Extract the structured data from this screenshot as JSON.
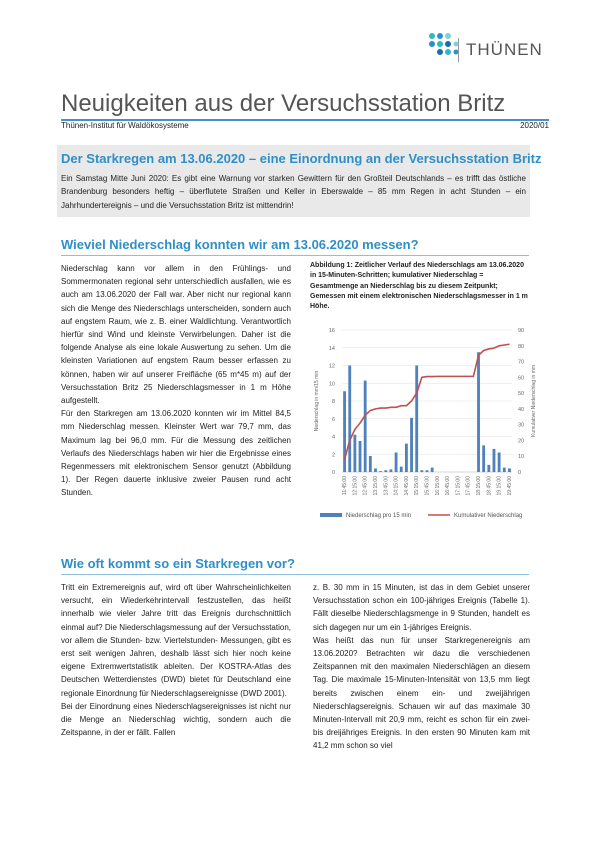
{
  "brand": {
    "name": "THÜNEN",
    "dot_colors": [
      "#2fb8c4",
      "#2f8fc8",
      "#7fd0d8",
      "#1a6fa8"
    ]
  },
  "header": {
    "title": "Neuigkeiten aus der Versuchsstation Britz",
    "institute": "Thünen-Institut für Waldökosysteme",
    "issue": "2020/01"
  },
  "intro": {
    "heading": "Der Starkregen am 13.06.2020 – eine Einordnung an der Versuchsstation Britz",
    "text": "Ein Samstag Mitte Juni 2020: Es gibt eine Warnung vor starken Gewittern für den Großteil Deutschlands – es trifft das östliche Brandenburg besonders heftig – überflutete Straßen und Keller in Eberswalde – 85 mm Regen in acht Stunden – ein Jahrhundertereignis – und die Versuchsstation Britz ist mittendrin!"
  },
  "section1": {
    "heading": "Wieviel Niederschlag konnten wir am 13.06.2020 messen?",
    "p1": "Niederschlag kann vor allem in den Frühlings- und Sommermonaten regional sehr unterschiedlich ausfallen, wie es auch am 13.06.2020 der Fall war. Aber nicht nur regional kann sich die Menge des Niederschlags unterscheiden, sondern auch auf engstem Raum, wie z. B. einer Waldlichtung. Verantwortlich hierfür sind Wind und kleinste Verwirbelungen. Daher ist die folgende Analyse als eine lokale Auswertung zu sehen. Um die kleinsten Variationen auf engstem Raum besser erfassen zu können, haben wir auf unserer Freifläche (65 m*45 m) auf der Versuchsstation Britz 25 Niederschlagsmesser in 1 m Höhe aufgestellt.",
    "p2": "Für den Starkregen am 13.06.2020 konnten wir im Mittel 84,5 mm Niederschlag messen. Kleinster Wert war 79,7 mm, das Maximum lag bei 96,0 mm. Für die Messung des zeitlichen Verlaufs des Niederschlags haben wir hier die Ergebnisse eines Regenmessers mit elektronischem Sensor genutzt (Abbildung 1). Der Regen dauerte inklusive zweier Pausen rund acht Stunden.",
    "caption": "Abbildung 1: Zeitlicher Verlauf des Niederschlags am 13.06.2020 in 15-Minuten-Schritten; kumulativer Niederschlag = Gesamtmenge an Niederschlag bis zu diesem Zeitpunkt; Gemessen mit einem elektronischen Niederschlagsmesser in 1 m Höhe."
  },
  "section2": {
    "heading": "Wie oft kommt so ein Starkregen vor?",
    "p1": "Tritt ein Extremereignis auf, wird oft über Wahrscheinlichkeiten versucht, ein Wiederkehrintervall festzustellen, das heißt innerhalb wie vieler Jahre tritt das Ereignis durchschnittlich einmal auf? Die Niederschlagsmessung auf der Versuchsstation, vor allem die Stunden- bzw. Viertelstunden- Messungen, gibt es erst seit wenigen Jahren, deshalb lässt sich hier noch keine eigene Extremwertstatistik ableiten. Der KOSTRA-Atlas des Deutschen Wetterdienstes (DWD) bietet für Deutschland eine regionale Einordnung für Niederschlagsereignisse (DWD 2001).",
    "p2": "Bei der Einordnung eines Niederschlagsereignisses ist nicht nur die Menge an Niederschlag wichtig, sondern auch die Zeitspanne, in der er fällt. Fallen",
    "p3": "z. B. 30 mm in 15 Minuten, ist das in dem Gebiet unserer Versuchsstation schon ein 100-jähriges Ereignis (Tabelle 1). Fällt dieselbe Niederschlagsmenge in 9 Stunden, handelt es sich dagegen nur um ein 1-jähriges Ereignis.",
    "p4": "Was heißt das nun für unser Starkregenereignis am 13.06.2020? Betrachten wir dazu die verschiedenen Zeitspannen mit den maximalen Niederschlägen an diesem Tag. Die maximale 15-Minuten-Intensität von 13,5 mm liegt bereits zwischen einem ein- und zweijährigen Niederschlagsereignis. Schauen wir auf das maximale 30 Minuten-Intervall mit 20,9 mm, reicht es schon für ein zwei- bis dreijähriges Ereignis. In den ersten 90 Minuten kam mit 41,2 mm schon so viel"
  },
  "chart_data": {
    "type": "bar",
    "categories": [
      "11:45:00",
      "12:00:00",
      "12:15:00",
      "12:30:00",
      "12:45:00",
      "13:00:00",
      "13:15:00",
      "13:30:00",
      "13:45:00",
      "14:00:00",
      "14:15:00",
      "14:30:00",
      "14:45:00",
      "15:00:00",
      "15:15:00",
      "15:30:00",
      "15:45:00",
      "16:00:00",
      "16:15:00",
      "16:30:00",
      "16:45:00",
      "17:00:00",
      "17:15:00",
      "17:30:00",
      "17:45:00",
      "18:00:00",
      "18:15:00",
      "18:30:00",
      "18:45:00",
      "19:00:00",
      "19:15:00",
      "19:30:00",
      "19:45:00"
    ],
    "tick_labels": [
      "11:45:00",
      "12:15:00",
      "12:45:00",
      "13:15:00",
      "13:45:00",
      "14:15:00",
      "14:45:00",
      "15:15:00",
      "15:45:00",
      "16:15:00",
      "16:45:00",
      "17:15:00",
      "17:45:00",
      "18:15:00",
      "18:45:00",
      "19:15:00",
      "19:45:00"
    ],
    "series": [
      {
        "name": "Niederschlag pro 15 min",
        "type": "bar",
        "axis": "left",
        "color": "#4f81bd",
        "values": [
          9.1,
          12.0,
          4.2,
          3.5,
          10.3,
          1.8,
          0.4,
          0.1,
          0.2,
          0.3,
          2.2,
          0.6,
          3.2,
          6.1,
          12.0,
          0.2,
          0.2,
          0.5,
          0.0,
          0.0,
          0.0,
          0.0,
          0.0,
          0.0,
          0.0,
          0.0,
          13.5,
          3.0,
          0.8,
          2.6,
          2.2,
          0.5,
          0.4
        ]
      },
      {
        "name": "Kumulativer Niederschlag",
        "type": "line",
        "axis": "right",
        "color": "#c0504d",
        "values": [
          8,
          20,
          27,
          31,
          36,
          39,
          40,
          40.5,
          40.5,
          41,
          41,
          42,
          42,
          45,
          50,
          60,
          60.5,
          60.5,
          60.6,
          60.6,
          60.6,
          60.6,
          60.6,
          60.6,
          60.6,
          60.6,
          74,
          77,
          78,
          78.5,
          80,
          80.5,
          81
        ]
      }
    ],
    "ylabel_left": "Niederschlag in mm/15 min",
    "ylabel_right": "Kumulativer Niederschlag in mm",
    "ylim_left": [
      0,
      16
    ],
    "ylim_right": [
      0,
      90
    ],
    "yticks_left": [
      0,
      2,
      4,
      6,
      8,
      10,
      12,
      14,
      16
    ],
    "yticks_right": [
      0,
      10,
      20,
      30,
      40,
      50,
      60,
      70,
      80,
      90
    ],
    "grid": true,
    "legend": "bottom"
  }
}
